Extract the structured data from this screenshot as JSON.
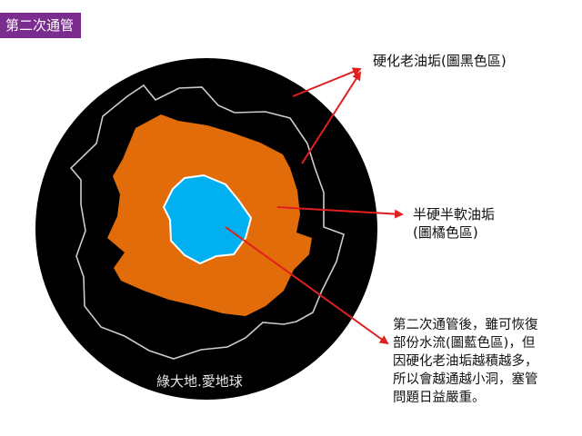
{
  "title_tag": "第二次通管",
  "labels": {
    "hardened_grease": "硬化老油垢(圖黑色區)",
    "semi_soft_grease_line1": "半硬半軟油垢",
    "semi_soft_grease_line2": "(圖橘色區)",
    "description_lines": [
      "第二次通管後，雖可恢復",
      "部份水流(圖藍色區)，但",
      "因硬化老油垢越積越多，",
      "所以會越通越小洞，塞管",
      "問題日益嚴重。"
    ]
  },
  "watermark": "綠大地.愛地球",
  "colors": {
    "pipe_black": "#000000",
    "orange_grease": "#e36c0a",
    "blue_water": "#00b0f0",
    "arrow_red": "#e02020",
    "tag_purple": "#7b2c8f"
  }
}
